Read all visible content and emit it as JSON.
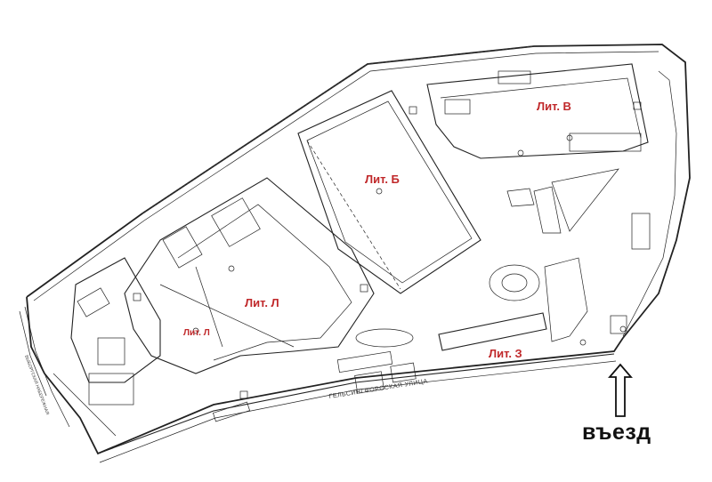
{
  "labels": {
    "lit_b": "Лит. Б",
    "lit_v": "Лит. В",
    "lit_l": "Лит. Л",
    "lit_l_small": "Лит. Л",
    "lit_z": "Лит. З"
  },
  "streets": {
    "main": "ГЕЛЬСИНГФОРССКАЯ УЛИЦА",
    "left": "ВЫБОРГСКАЯ НАБЕРЕЖНАЯ"
  },
  "entry": {
    "label": "въезд"
  },
  "colors": {
    "lit_label": "#c0282a",
    "lines": "#222222"
  }
}
